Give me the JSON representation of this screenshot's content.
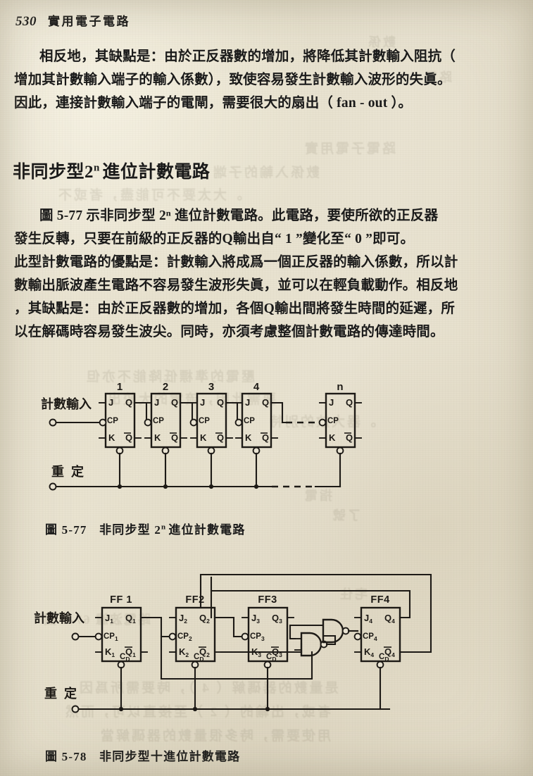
{
  "page": {
    "folio": "530",
    "book_title": "實用電子電路"
  },
  "paragraphs": [
    {
      "id": "p1",
      "lines": [
        "相反地，其缺點是：由於正反器數的增加，將降低其計數輸入阻抗（",
        "增加其計數輸入端子的輸入係數），致使容易發生計數輸入波形的失眞。",
        "因此，連接計數輸入端子的電閘，需要很大的扇出（ fan - out ）。"
      ]
    },
    {
      "id": "p2",
      "lines": [
        "圖 5-77 示非同步型 2ⁿ 進位計數電路。此電路，要使所欲的正反器",
        "發生反轉，只要在前級的正反器的Q輸出自“ 1 ”變化至“ 0 ”即可。",
        "此型計數電路的優點是：計數輸入將成爲一個正反器的輸入係數，所以計",
        "數輸出脈波產生電路不容易發生波形失眞，並可以在輕負載動作。相反地",
        "，其缺點是：由於正反器數的增加，各個Q輸出間將發生時間的延遲，所",
        "以在解碼時容易發生波尖。同時，亦須考慮整個計數電路的傳達時間。"
      ]
    }
  ],
  "heading": {
    "text_before": "非同步型2",
    "superscript": "n",
    "text_after": "進位計數電路"
  },
  "figure_577": {
    "caption_prefix": "圖 5-77",
    "caption_text_before": "非同步型 2",
    "caption_superscript": "n",
    "caption_text_after": "進位計數電路",
    "signal_labels": {
      "clock_input": "計數輸入",
      "reset": "重 定"
    },
    "flipflops": [
      {
        "num": "1",
        "j": "J",
        "cp": "CP",
        "k": "K",
        "q": "Q",
        "qbar": "Q"
      },
      {
        "num": "2",
        "j": "J",
        "cp": "CP",
        "k": "K",
        "q": "Q",
        "qbar": "Q"
      },
      {
        "num": "3",
        "j": "J",
        "cp": "CP",
        "k": "K",
        "q": "Q",
        "qbar": "Q"
      },
      {
        "num": "4",
        "j": "J",
        "cp": "CP",
        "k": "K",
        "q": "Q",
        "qbar": "Q"
      },
      {
        "num": "n",
        "j": "J",
        "cp": "CP",
        "k": "K",
        "q": "Q",
        "qbar": "Q"
      }
    ]
  },
  "figure_578": {
    "caption_prefix": "圖 5-78",
    "caption_text": "非同步型十進位計數電路",
    "signal_labels": {
      "clock_input": "計數輸入",
      "reset": "重 定"
    },
    "flipflops": [
      {
        "name": "FF 1",
        "j": "J",
        "cp": "CP",
        "k": "K",
        "q": "Q",
        "qbar": "Q",
        "cd": "C",
        "cd_sub": "D",
        "index": "1"
      },
      {
        "name": "FF2",
        "j": "J",
        "cp": "CP",
        "k": "K",
        "q": "Q",
        "qbar": "Q",
        "cd": "C",
        "cd_sub": "D",
        "index": "2"
      },
      {
        "name": "FF3",
        "j": "J",
        "cp": "CP",
        "k": "K",
        "q": "Q",
        "qbar": "Q",
        "cd": "C",
        "cd_sub": "D",
        "index": "3"
      },
      {
        "name": "FF4",
        "j": "J",
        "cp": "CP",
        "k": "K",
        "q": "Q",
        "qbar": "Q",
        "cd": "C",
        "cd_sub": "D",
        "index": "4"
      }
    ],
    "gates": [
      {
        "type": "nand-gate",
        "id": "nand-1"
      },
      {
        "type": "nand-gate",
        "id": "nand-2"
      }
    ]
  },
  "colors": {
    "paper": "#e9e3d2",
    "ink": "#1d1a16"
  }
}
